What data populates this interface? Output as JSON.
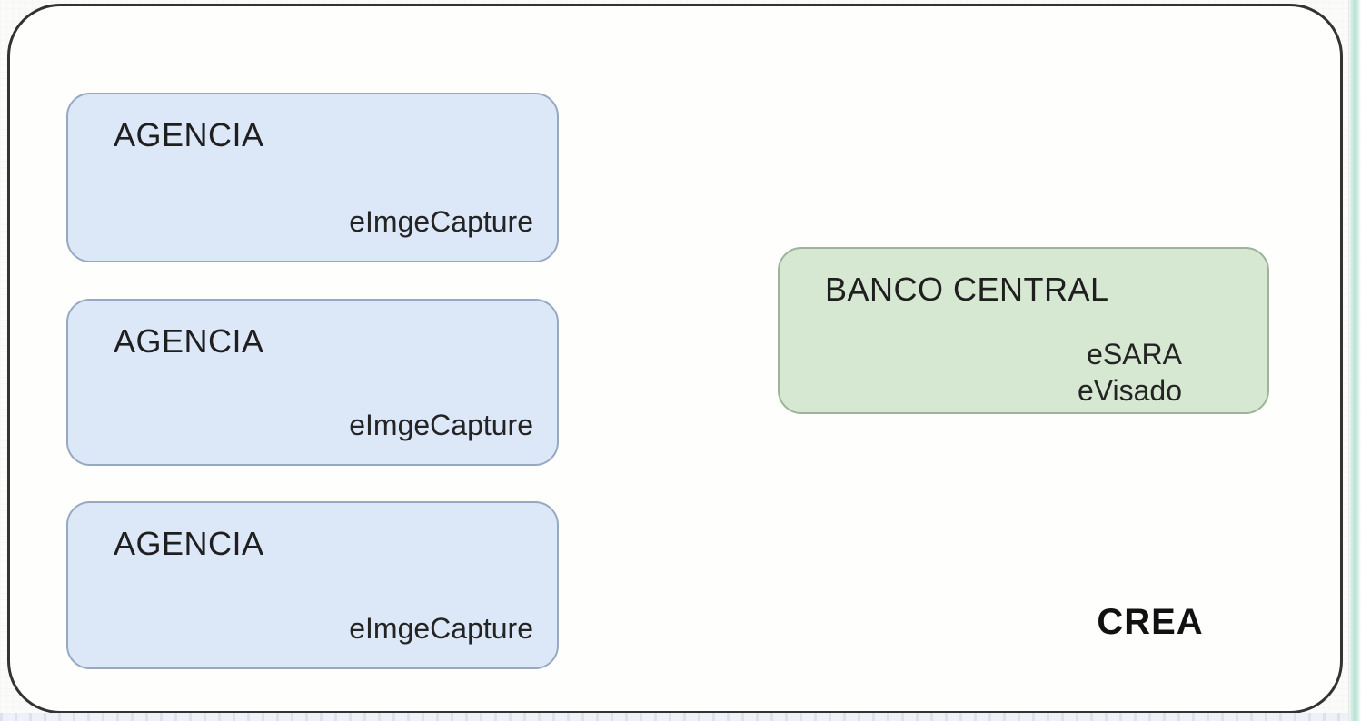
{
  "diagram": {
    "system_label": "CREA",
    "agency_boxes": [
      {
        "title": "AGENCIA",
        "app": "eImgeCapture"
      },
      {
        "title": "AGENCIA",
        "app": "eImgeCapture"
      },
      {
        "title": "AGENCIA",
        "app": "eImgeCapture"
      }
    ],
    "central_bank_box": {
      "title": "BANCO CENTRAL",
      "apps": [
        "eSARA",
        "eVisado"
      ]
    },
    "colors": {
      "agency_fill": "#dce8f8",
      "agency_border": "#97a9c2",
      "central_bank_fill": "#d6e8d2",
      "central_bank_border": "#9db39b",
      "boundary_border": "#333333",
      "text": "#1f1f1f",
      "right_edge_strip": "#bae2d6",
      "bottom_edge_strip": "#eaeff5"
    }
  }
}
